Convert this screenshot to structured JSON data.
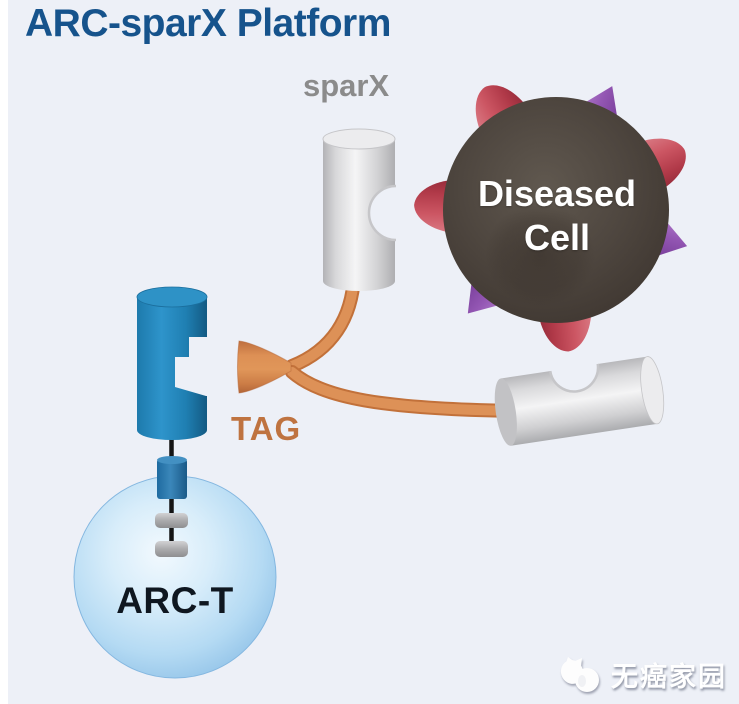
{
  "title": "ARC-sparX Platform",
  "diagram": {
    "sparx_label": "sparX",
    "diseased_cell": {
      "line1": "Diseased",
      "line2": "Cell"
    },
    "tag_label": "TAG",
    "arc_t_label": "ARC-T"
  },
  "watermark": {
    "text": "无癌家园"
  },
  "colors": {
    "background": "#edf0f7",
    "title_blue": "#16538c",
    "sparx_gray": "#8b8b8b",
    "tag_orange": "#bf7340",
    "linker_orange": "#d5854a",
    "cell_body_brown": "#4a4038",
    "antigen_red": "#c04a57",
    "antigen_purple": "#8a4aa8",
    "receptor_blue": "#1f7fb4",
    "arct_sphere_blue": "#aed4f0",
    "cylinder_gray": "#d9d9db",
    "arct_text": "#0f1720",
    "cell_text": "#ffffff"
  }
}
